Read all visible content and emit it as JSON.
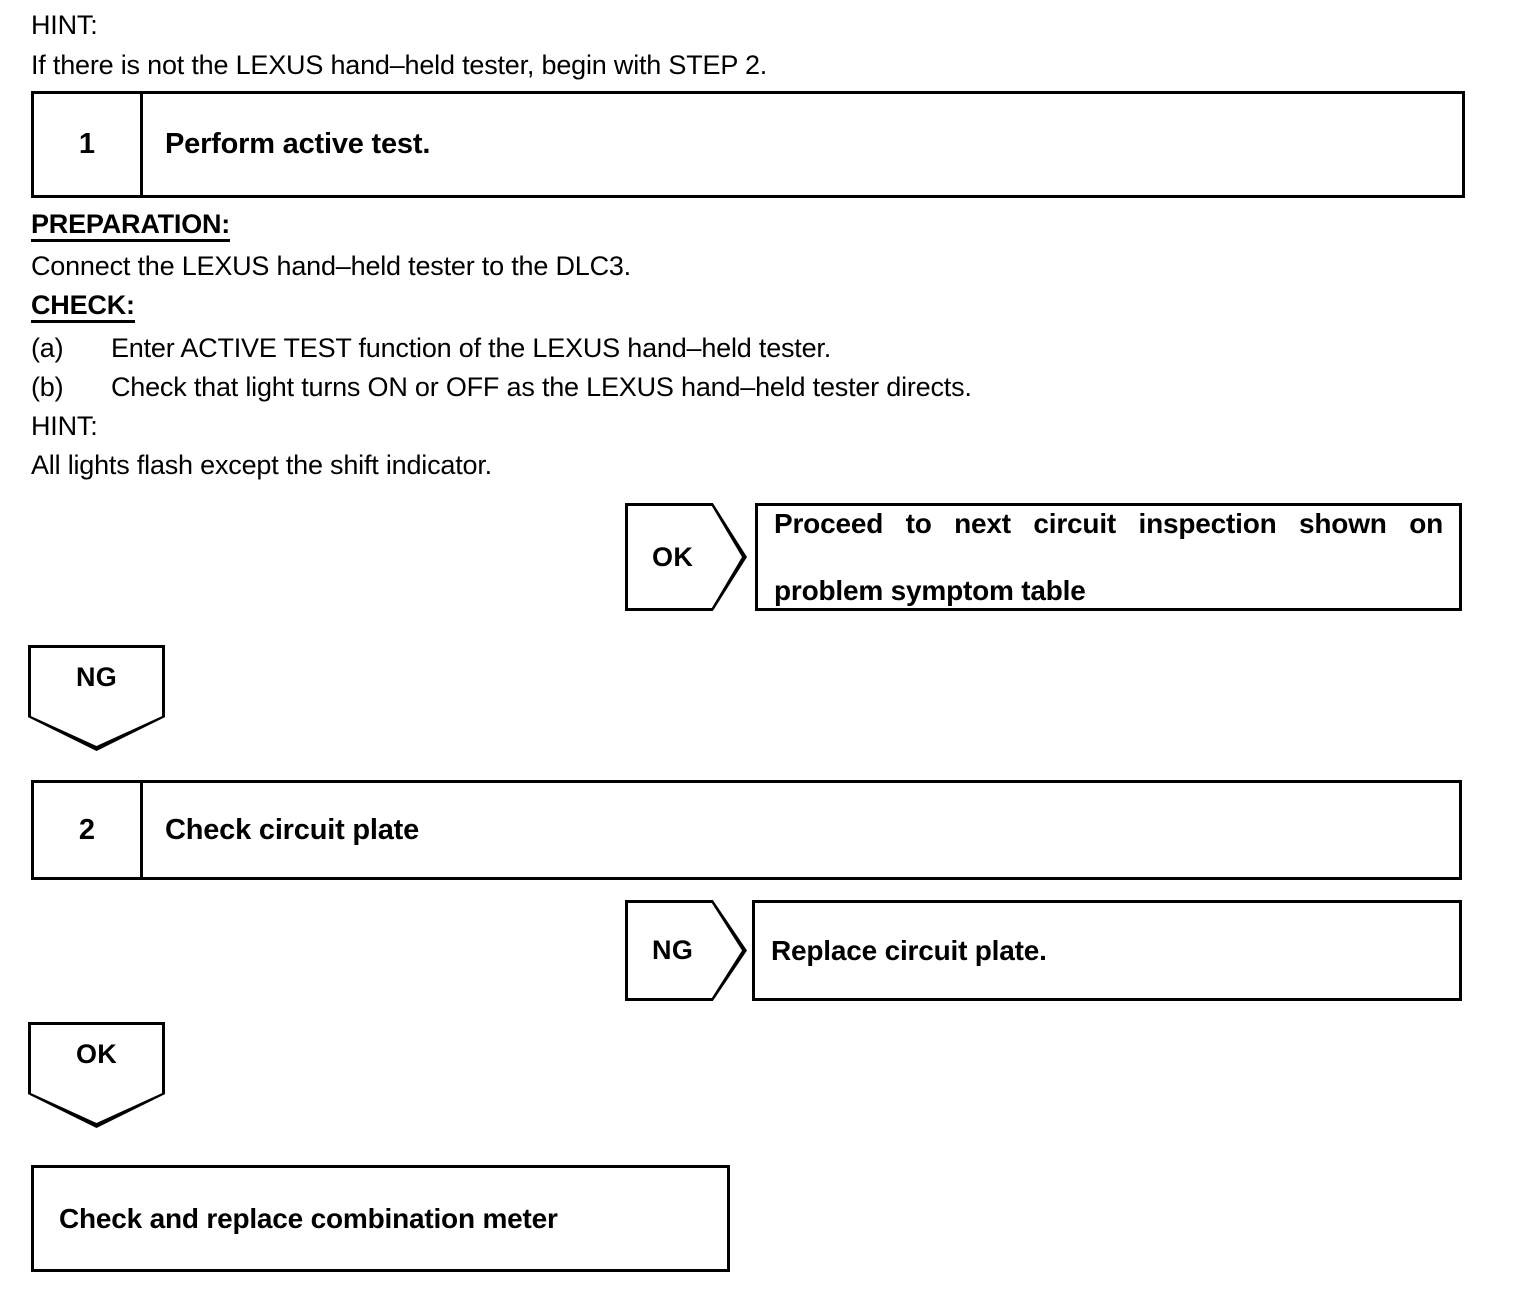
{
  "document": {
    "type": "automotive-troubleshooting-flowchart"
  },
  "intro": {
    "hint_label": "HINT:",
    "hint_text": "If there is not the LEXUS hand–held tester, begin with STEP 2."
  },
  "step1": {
    "number": "1",
    "title": "Perform active test."
  },
  "details": {
    "preparation_label": "PREPARATION:",
    "preparation_text": "Connect the LEXUS hand–held tester to the DLC3.",
    "check_label": "CHECK:",
    "check_items": [
      {
        "marker": "(a)",
        "text": "Enter ACTIVE TEST function of the LEXUS hand–held tester."
      },
      {
        "marker": "(b)",
        "text": "Check that light turns ON or OFF as the LEXUS hand–held tester directs."
      }
    ],
    "hint_label": "HINT:",
    "hint_text": "All lights flash except the shift indicator."
  },
  "branch_ok_1": {
    "judgement": "OK",
    "result_line1": "Proceed to next circuit inspection shown on",
    "result_line2": "problem symptom table"
  },
  "connector_ng_1": {
    "judgement": "NG"
  },
  "step2": {
    "number": "2",
    "title": "Check circuit plate"
  },
  "branch_ng_2": {
    "judgement": "NG",
    "result": "Replace circuit plate."
  },
  "connector_ok_2": {
    "judgement": "OK"
  },
  "terminal": {
    "text": "Check and replace combination meter"
  },
  "colors": {
    "ink": "#000000",
    "paper": "#ffffff"
  }
}
